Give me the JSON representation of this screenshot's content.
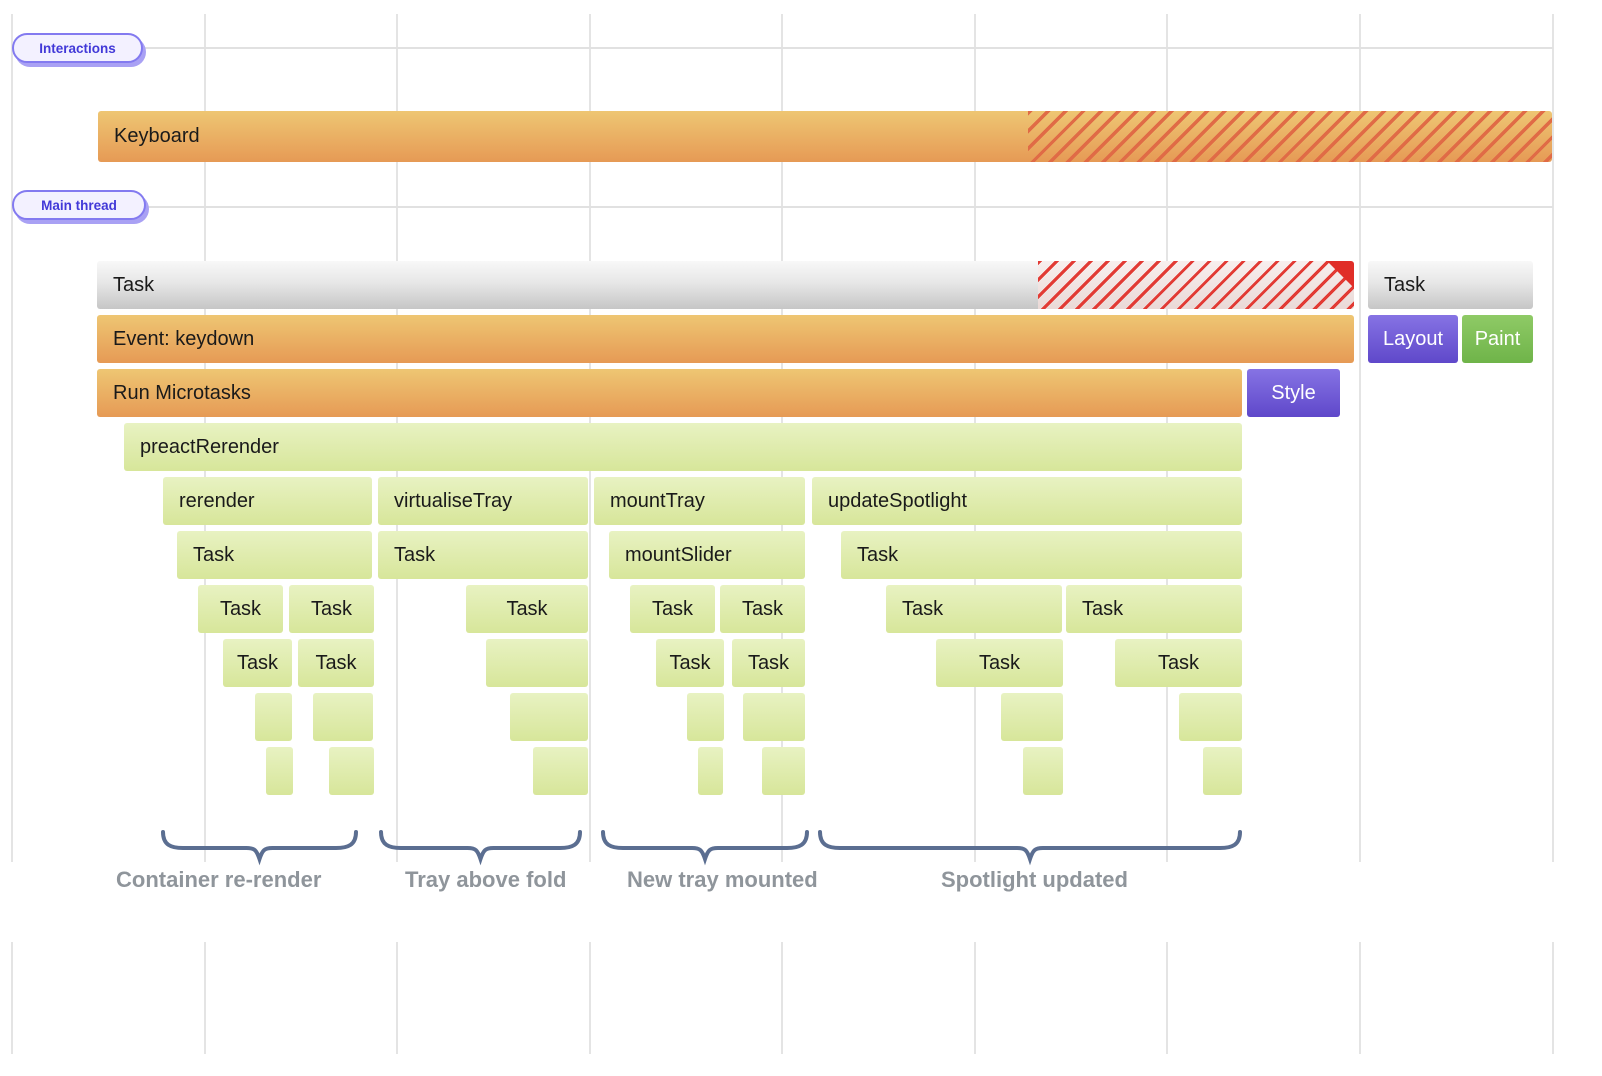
{
  "tracks": {
    "interactions_label": "Interactions",
    "main_thread_label": "Main thread"
  },
  "bars": {
    "keyboard": "Keyboard",
    "task": "Task",
    "event_keydown": "Event: keydown",
    "run_microtasks": "Run Microtasks",
    "style": "Style",
    "layout": "Layout",
    "paint": "Paint",
    "preact_rerender": "preactRerender",
    "rerender": "rerender",
    "virtualise_tray": "virtualiseTray",
    "mount_tray": "mountTray",
    "update_spotlight": "updateSpotlight",
    "mount_slider": "mountSlider"
  },
  "annotations": {
    "container": "Container re-render",
    "tray": "Tray above fold",
    "new_tray": "New tray mounted",
    "spotlight": "Spotlight updated"
  },
  "colors": {
    "orange_top": "#eec673",
    "orange_bottom": "#e69a55",
    "orange_hatch_stripe": "#e06b46",
    "gray_top": "#f8f8f8",
    "gray_bottom": "#c6c6c6",
    "red_stripe": "#e23a34",
    "red_triangle": "#e02e28",
    "flame_green_top": "#e8f2c2",
    "flame_green_bottom": "#d7e69a",
    "purple_top": "#8673e4",
    "purple_bottom": "#5f48ca",
    "paint_green_top": "#8fca66",
    "paint_green_bottom": "#6fb449",
    "pill_border": "#837af0",
    "pill_bg": "#f3f1ff",
    "pill_text": "#4239d8",
    "brace": "#5b6e91",
    "annotation_text": "#8f959b",
    "gridline": "#e4e4e4"
  }
}
